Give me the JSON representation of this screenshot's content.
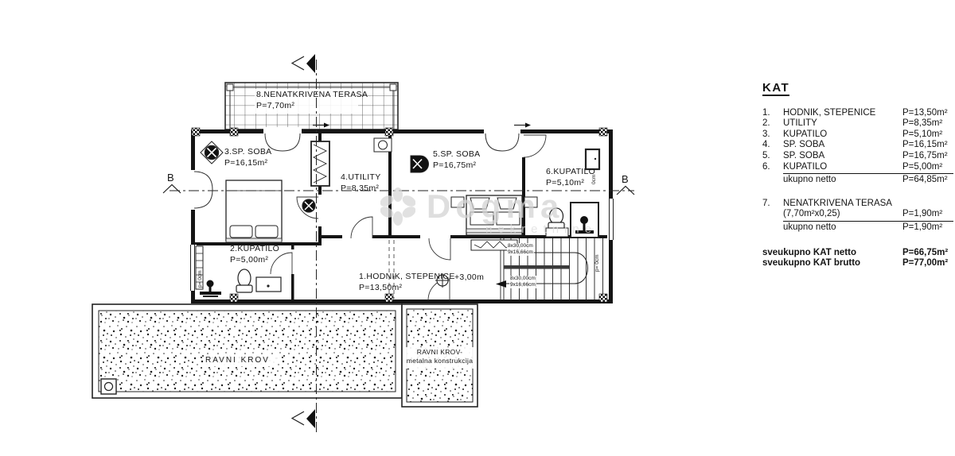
{
  "legend": {
    "title": "KAT",
    "items": [
      {
        "num": "1.",
        "label": "HODNIK, STEPENICE",
        "value": "P=13,50m²"
      },
      {
        "num": "2.",
        "label": "UTILITY",
        "value": "P=8,35m²"
      },
      {
        "num": "3.",
        "label": "KUPATILO",
        "value": "P=5,10m²"
      },
      {
        "num": "4.",
        "label": "SP. SOBA",
        "value": "P=16,15m²"
      },
      {
        "num": "5.",
        "label": "SP. SOBA",
        "value": "P=16,75m²"
      },
      {
        "num": "6.",
        "label": "KUPATILO",
        "value": "P=5,00m²"
      }
    ],
    "subtotal_net": {
      "label": "ukupno netto",
      "value": "P=64,85m²"
    },
    "terrace": {
      "num": "7.",
      "label": "NENATKRIVENA TERASA",
      "factor": "(7,70m²x0,25)",
      "value": "P=1,90m²"
    },
    "terrace_subtotal": {
      "label": "ukupno netto",
      "value": "P=1,90m²"
    },
    "total_net": {
      "label": "sveukupno KAT netto",
      "value": "P=66,75m²"
    },
    "total_gross": {
      "label": "sveukupno KAT brutto",
      "value": "P=77,00m²"
    }
  },
  "plan": {
    "terrace": {
      "name": "8.NENATKRIVENA TERASA",
      "area": "P=7,70m²"
    },
    "hall": {
      "name": "1.HODNIK, STEPENICE",
      "area": "P=13,50m²"
    },
    "bath2": {
      "name": "2.KUPATILO",
      "area": "P=5,00m²"
    },
    "bedroom3": {
      "name": "3.SP. SOBA",
      "area": "P=16,15m²"
    },
    "utility": {
      "name": "4.UTILITY",
      "area": "P=8,35m²"
    },
    "bedroom5": {
      "name": "5.SP. SOBA",
      "area": "P=16,75m²"
    },
    "bath6": {
      "name": "6.KUPATILO",
      "area": "P=5,10m²"
    },
    "level": "+3,00m",
    "roof_left": "RAVNI KROV",
    "roof_right_line1": "RAVNI KROV-",
    "roof_right_line2": "metalna konstrukcija",
    "stair_run": "8x30,00cm",
    "stair_rise": "9x16,66cm",
    "section_label": "B",
    "parapet": "p= 0cm",
    "parapet_short": "0cm"
  },
  "watermark": {
    "name": "Dogma",
    "sub": "nekretnine",
    "logo_icon": "flower-icon"
  }
}
